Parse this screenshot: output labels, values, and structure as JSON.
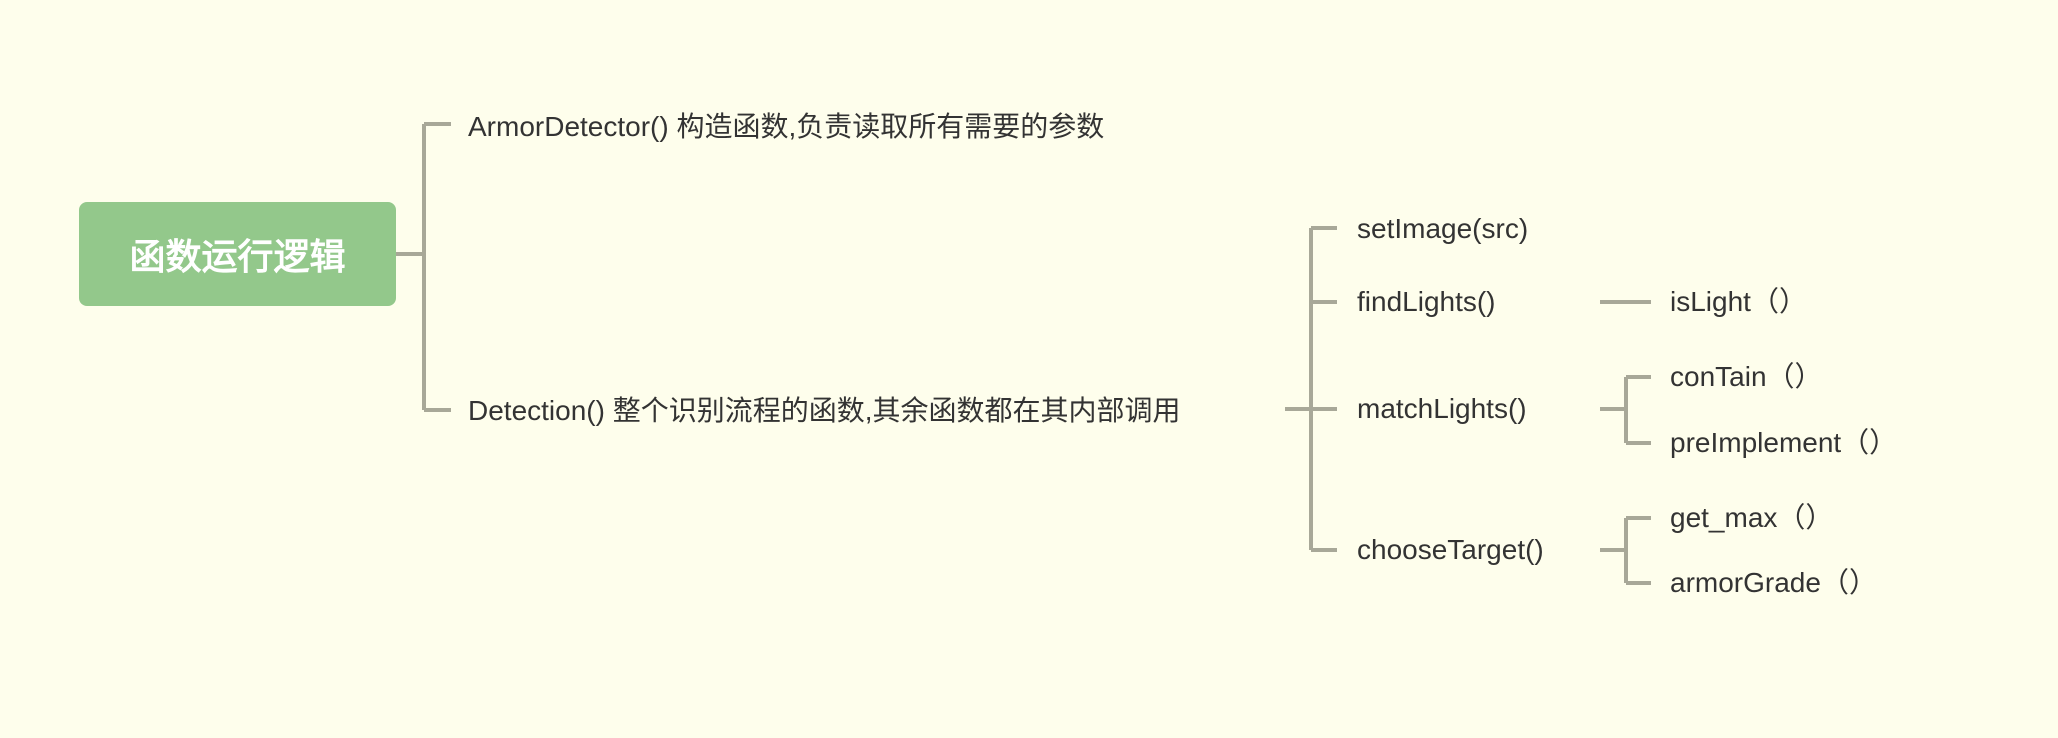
{
  "root": {
    "label": "函数运行逻辑"
  },
  "branches": [
    {
      "label": "ArmorDetector() 构造函数,负责读取所有需要的参数"
    },
    {
      "label": "Detection() 整个识别流程的函数,其余函数都在其内部调用",
      "children": [
        {
          "label": "setImage(src)"
        },
        {
          "label": "findLights()",
          "children": [
            {
              "label": "isLight（）"
            }
          ]
        },
        {
          "label": "matchLights()",
          "children": [
            {
              "label": "conTain（）"
            },
            {
              "label": "preImplement（）"
            }
          ]
        },
        {
          "label": "chooseTarget()",
          "children": [
            {
              "label": "get_max（）"
            },
            {
              "label": "armorGrade（）"
            }
          ]
        }
      ]
    }
  ],
  "colors": {
    "background": "#fefeec",
    "root": "#93c88b",
    "line": "#a8a898",
    "text": "#333333"
  }
}
